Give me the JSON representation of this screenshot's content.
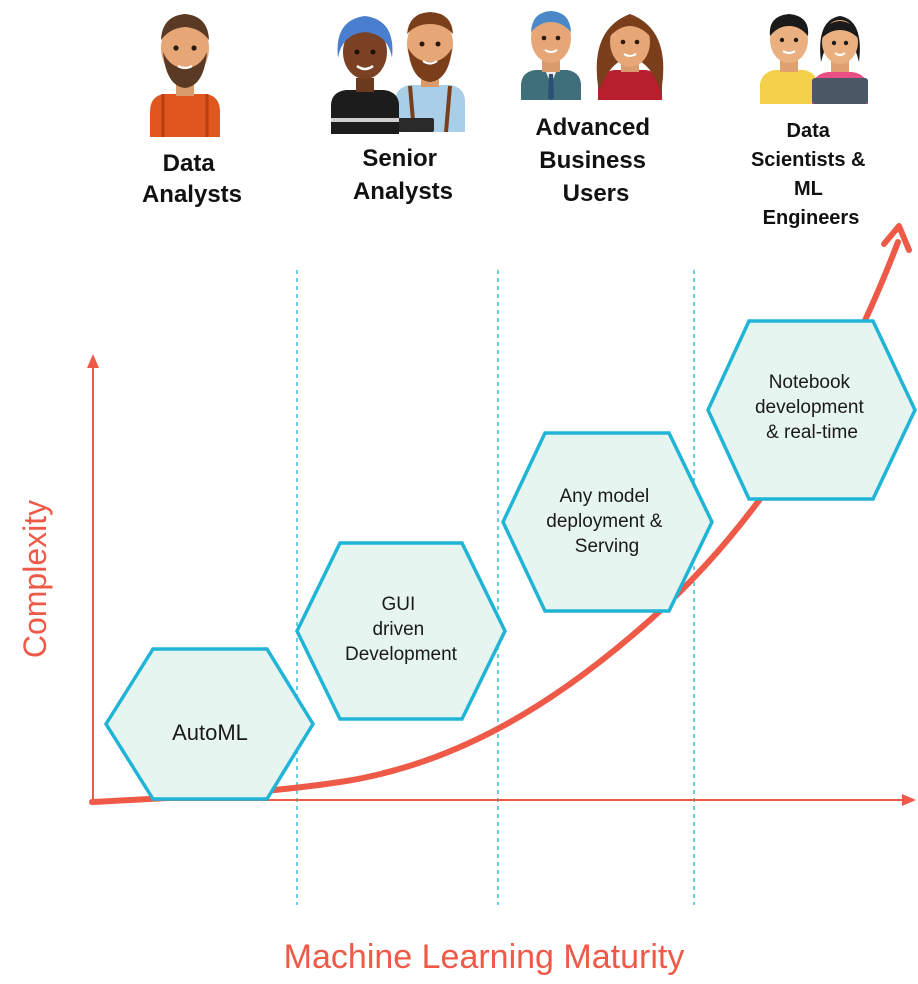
{
  "colors": {
    "axis": "#ef5a48",
    "curve": "#ef5a48",
    "hex_fill": "#e6f5ef",
    "hex_stroke": "#20b4d6",
    "divider": "#20b4d6"
  },
  "personas": [
    {
      "lines": [
        "Data",
        "Analysts"
      ],
      "icon": "data-analyst-avatar-icon"
    },
    {
      "lines": [
        "Senior",
        "Analysts"
      ],
      "icon": "senior-analysts-avatars-icon"
    },
    {
      "lines": [
        "Advanced",
        "Business",
        "Users"
      ],
      "icon": "business-users-avatars-icon"
    },
    {
      "lines": [
        "Data",
        "Scientists &",
        "ML",
        "Engineers"
      ],
      "icon": "data-scientists-avatars-icon"
    }
  ],
  "stages": [
    {
      "lines": [
        "AutoML"
      ]
    },
    {
      "lines": [
        "GUI",
        "driven",
        "Development"
      ]
    },
    {
      "lines": [
        "Any model",
        "deployment &",
        "Serving"
      ]
    },
    {
      "lines": [
        "Notebook",
        "development",
        "& real-time"
      ]
    }
  ],
  "axes": {
    "x_label": "Machine Learning Maturity",
    "y_label": "Complexity"
  }
}
